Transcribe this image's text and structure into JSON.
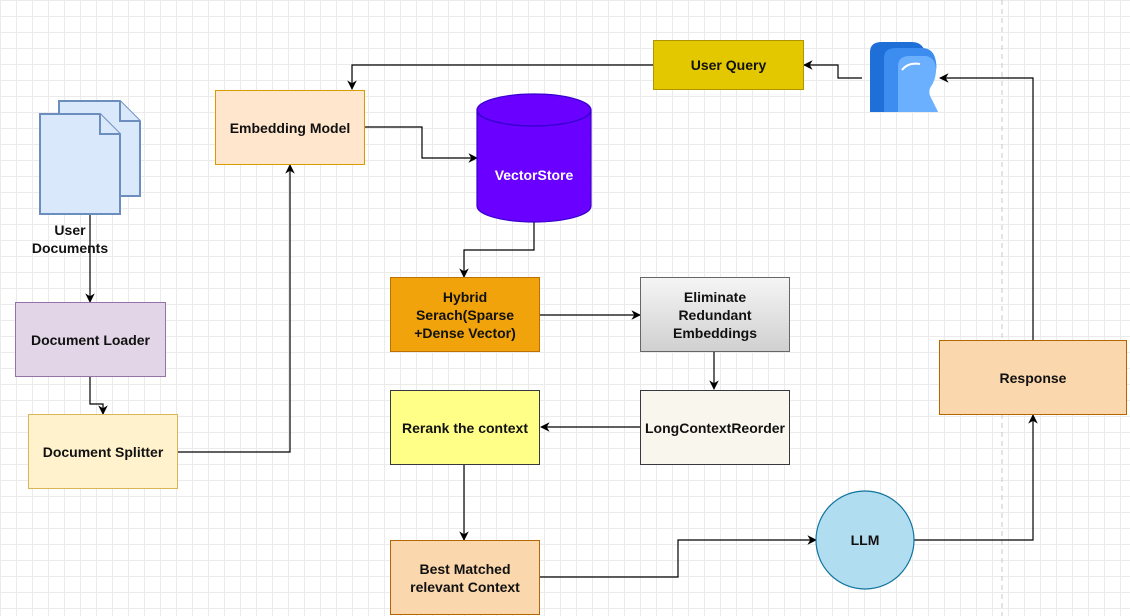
{
  "nodes": {
    "user_documents": "User\nDocuments",
    "document_loader": "Document Loader",
    "document_splitter": "Document Splitter",
    "embedding_model": "Embedding Model",
    "vectorstore": "VectorStore",
    "user_query": "User Query",
    "hybrid_search": "Hybrid\nSerach(Sparse\n+Dense Vector)",
    "eliminate_redundant": "Eliminate\nRedundant\nEmbeddings",
    "long_context_reorder": "LongContextReorder",
    "rerank_context": "Rerank the context",
    "best_matched": "Best Matched\nrelevant Context",
    "llm": "LLM",
    "response": "Response"
  },
  "icons": {
    "documents": "documents-icon",
    "users": "users-icon"
  },
  "colors": {
    "document_loader": "#e1d5e7",
    "document_splitter": "#fff2cc",
    "embedding_model": "#ffe6cc",
    "vectorstore": "#6a00ff",
    "user_query": "#e3c800",
    "hybrid_search": "#f0a30a",
    "eliminate_redundant": "#e6e6e6",
    "long_context_reorder": "#f9f7ed",
    "rerank_context": "#ffff88",
    "best_matched": "#fad7ac",
    "llm": "#b1ddf0",
    "response": "#fad7ac"
  }
}
